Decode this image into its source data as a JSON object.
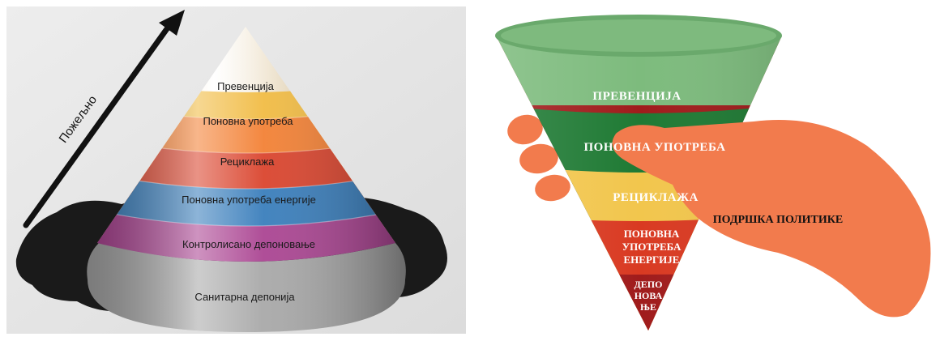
{
  "left_diagram": {
    "arrow_label": "Пожељно",
    "layers": [
      {
        "label": "Превенција",
        "color": "#f0b83a"
      },
      {
        "label": "Поновна употреба",
        "color": "#f27a2a"
      },
      {
        "label": "Рециклажа",
        "color": "#d83a22"
      },
      {
        "label": "Поновна употреба енергије",
        "color": "#2f77b8"
      },
      {
        "label": "Контролисано депоновање",
        "color": "#a63a8c"
      },
      {
        "label": "Санитарна депонија",
        "color": "#9a9a9a"
      }
    ]
  },
  "right_diagram": {
    "layers": [
      {
        "label": "ПРЕВЕНЦИЈА",
        "color": "#7dbb7d"
      },
      {
        "label": "ПОНОВНА УПОТРЕБА",
        "color": "#1f7a34"
      },
      {
        "label": "РЕЦИКЛАЖА",
        "color": "#f2c64d"
      },
      {
        "lines": [
          "ПОНОВНА",
          "УПОТРЕБА",
          "ЕНЕРГИЈЕ"
        ],
        "color": "#d93a22"
      },
      {
        "lines": [
          "ДЕПО",
          "НОВА",
          "ЊЕ"
        ],
        "color": "#a01c1c"
      }
    ],
    "hand_label": "ПОДРШКА ПОЛИТИКЕ"
  }
}
